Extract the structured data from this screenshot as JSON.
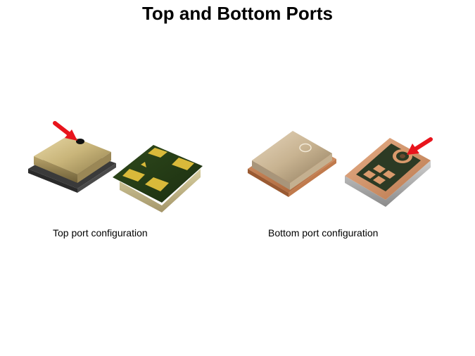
{
  "title": "Top and Bottom Ports",
  "figures": [
    {
      "caption": "Top port configuration",
      "arrow_color": "#e8141c",
      "icons": [
        "mems-microphone-top-view",
        "mems-microphone-underside-pads"
      ]
    },
    {
      "caption": "Bottom port configuration",
      "arrow_color": "#e8141c",
      "icons": [
        "mems-microphone-top-lid",
        "mems-microphone-bottom-port-pads"
      ]
    }
  ]
}
